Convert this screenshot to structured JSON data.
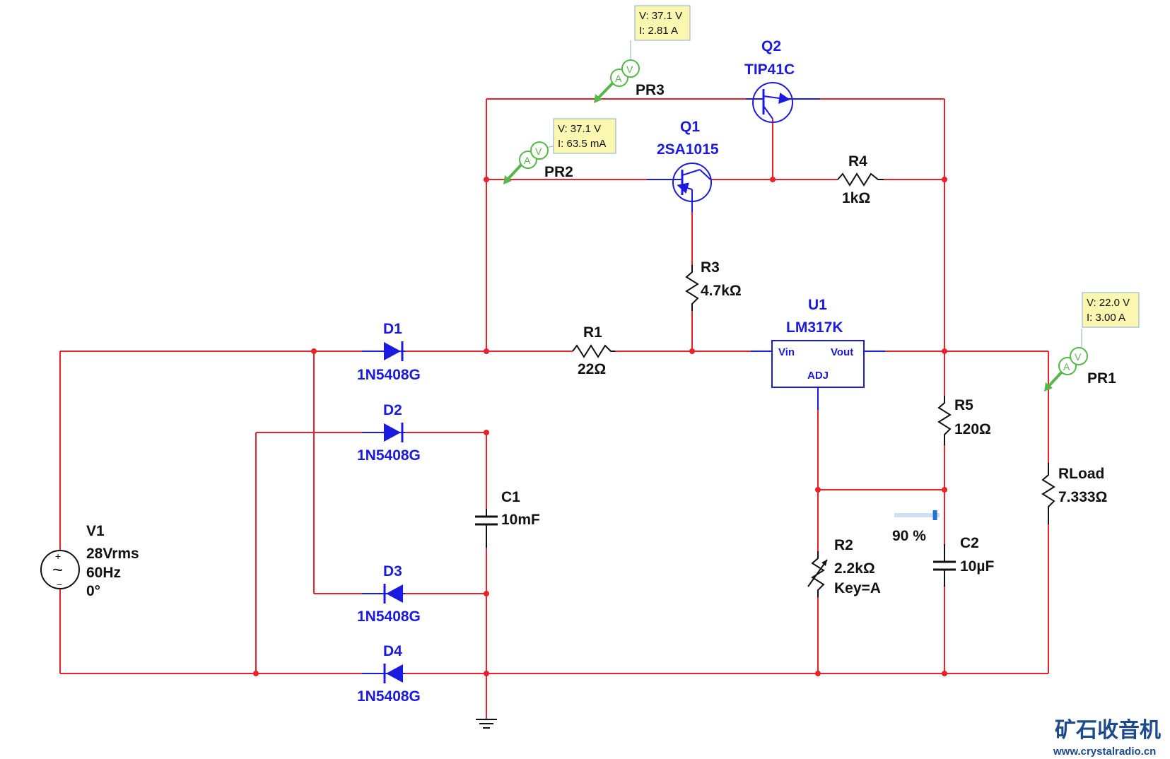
{
  "colors": {
    "wire": "#e8212a",
    "component": "#1a1ae0",
    "text": "#111111",
    "probe_box": "#fbf6b0",
    "probe_icon": "#56b84a",
    "watermark": "#1c4a8a"
  },
  "source": {
    "name": "V1",
    "amplitude": "28Vrms",
    "frequency": "60Hz",
    "phase": "0°"
  },
  "diodes": [
    {
      "name": "D1",
      "model": "1N5408G"
    },
    {
      "name": "D2",
      "model": "1N5408G"
    },
    {
      "name": "D3",
      "model": "1N5408G"
    },
    {
      "name": "D4",
      "model": "1N5408G"
    }
  ],
  "capacitors": [
    {
      "name": "C1",
      "value": "10mF"
    },
    {
      "name": "C2",
      "value": "10µF"
    }
  ],
  "resistors": [
    {
      "name": "R1",
      "value": "22Ω"
    },
    {
      "name": "R3",
      "value": "4.7kΩ"
    },
    {
      "name": "R4",
      "value": "1kΩ"
    },
    {
      "name": "R5",
      "value": "120Ω"
    },
    {
      "name": "RLoad",
      "value": "7.333Ω"
    }
  ],
  "potentiometer": {
    "name": "R2",
    "value": "2.2kΩ",
    "key": "Key=A",
    "setting": "90 %",
    "setting_fraction": 0.9
  },
  "transistors": [
    {
      "name": "Q1",
      "model": "2SA1015"
    },
    {
      "name": "Q2",
      "model": "TIP41C"
    }
  ],
  "regulator": {
    "name": "U1",
    "model": "LM317K",
    "pin_in": "Vin",
    "pin_out": "Vout",
    "pin_adj": "ADJ"
  },
  "probes": [
    {
      "name": "PR1",
      "voltage": "V: 22.0 V",
      "current": "I: 3.00 A"
    },
    {
      "name": "PR2",
      "voltage": "V: 37.1 V",
      "current": "I: 63.5 mA"
    },
    {
      "name": "PR3",
      "voltage": "V: 37.1 V",
      "current": "I: 2.81 A"
    }
  ],
  "probe_icon_letters": {
    "ammeter": "A",
    "voltmeter": "V"
  },
  "source_polarity": {
    "plus": "+",
    "minus": "−",
    "wave": "~"
  },
  "watermark": {
    "title": "矿石收音机",
    "url": "www.crystalradio.cn"
  }
}
